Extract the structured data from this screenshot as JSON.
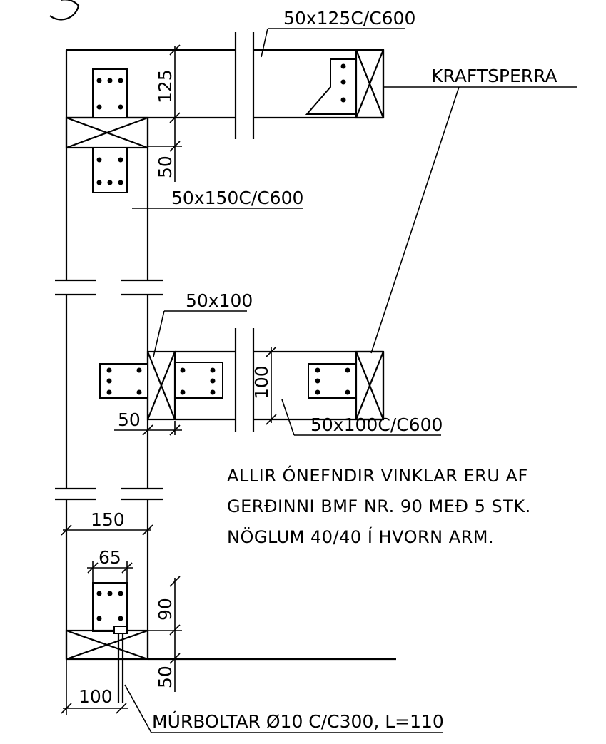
{
  "labels": {
    "top_rafter": "50x125C/C600",
    "kraftsperra": "KRAFTSPERRA",
    "stud": "50x150C/C600",
    "blocking": "50x100",
    "lower_joist": "50x100C/C600",
    "anchor_bolts": "MÚRBOLTAR Ø10 C/C300, L=110"
  },
  "dimensions": {
    "d125": "125",
    "d50_upper": "50",
    "d100_vertical": "100",
    "d50_mid": "50",
    "d150": "150",
    "d65": "65",
    "d90": "90",
    "d50_lower": "50",
    "d100_bottom": "100"
  },
  "note": {
    "line1": "ALLIR ÓNEFNDIR VINKLAR ERU AF",
    "line2": "GERÐINNI BMF NR. 90 MEÐ 5 STK.",
    "line3": "NÖGLUM 40/40 Í HVORN ARM."
  }
}
